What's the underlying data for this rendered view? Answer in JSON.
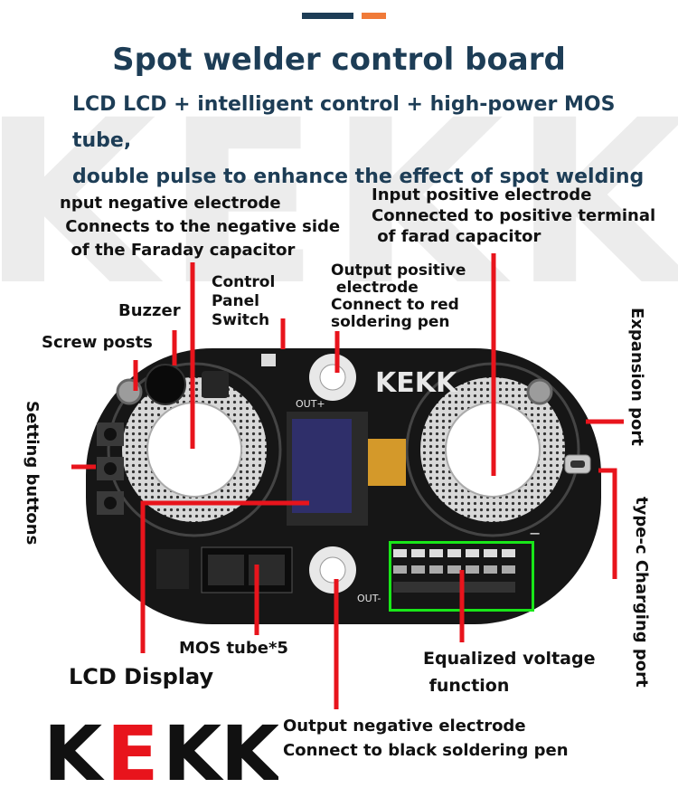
{
  "header": {
    "bar_colors": [
      "#1d3d56",
      "#f07a38"
    ],
    "title": "Spot welder control board",
    "subtitle_line1": "LCD LCD + intelligent control + high-power MOS tube,",
    "subtitle_line2": "double pulse to enhance the effect of spot welding"
  },
  "watermark": {
    "text": "KEKK"
  },
  "labels": {
    "input_negative": "nput negative electrode\n Connects to the negative side\n  of the Faraday capacitor",
    "input_positive": "Input positive electrode\nConnected to positive terminal\n of farad capacitor",
    "output_positive": "Output positive\n electrode\nConnect to red\nsoldering pen",
    "control_panel_switch": "Control\nPanel\nSwitch",
    "buzzer": "Buzzer",
    "screw_posts": "Screw posts",
    "setting_buttons": "Setting buttons",
    "expansion_port": "Expansion port",
    "type_c_port": "type-c Charging port",
    "mos_tube": "MOS tube*5",
    "lcd_display": "LCD Display",
    "equalized_voltage": "Equalized voltage\n function",
    "output_negative": "Output negative electrode\nConnect to black soldering pen"
  },
  "board": {
    "silk_out_plus": "OUT+",
    "silk_out_minus": "OUT-",
    "silk_plus": "+",
    "silk_minus": "−",
    "silk_logo": "KEKK"
  },
  "brand": {
    "logo": "KEKK"
  },
  "colors": {
    "callout": "#e8141c",
    "highlight": "#19e619",
    "title": "#1d3d56",
    "accent": "#f07a38",
    "board": "#161616"
  }
}
